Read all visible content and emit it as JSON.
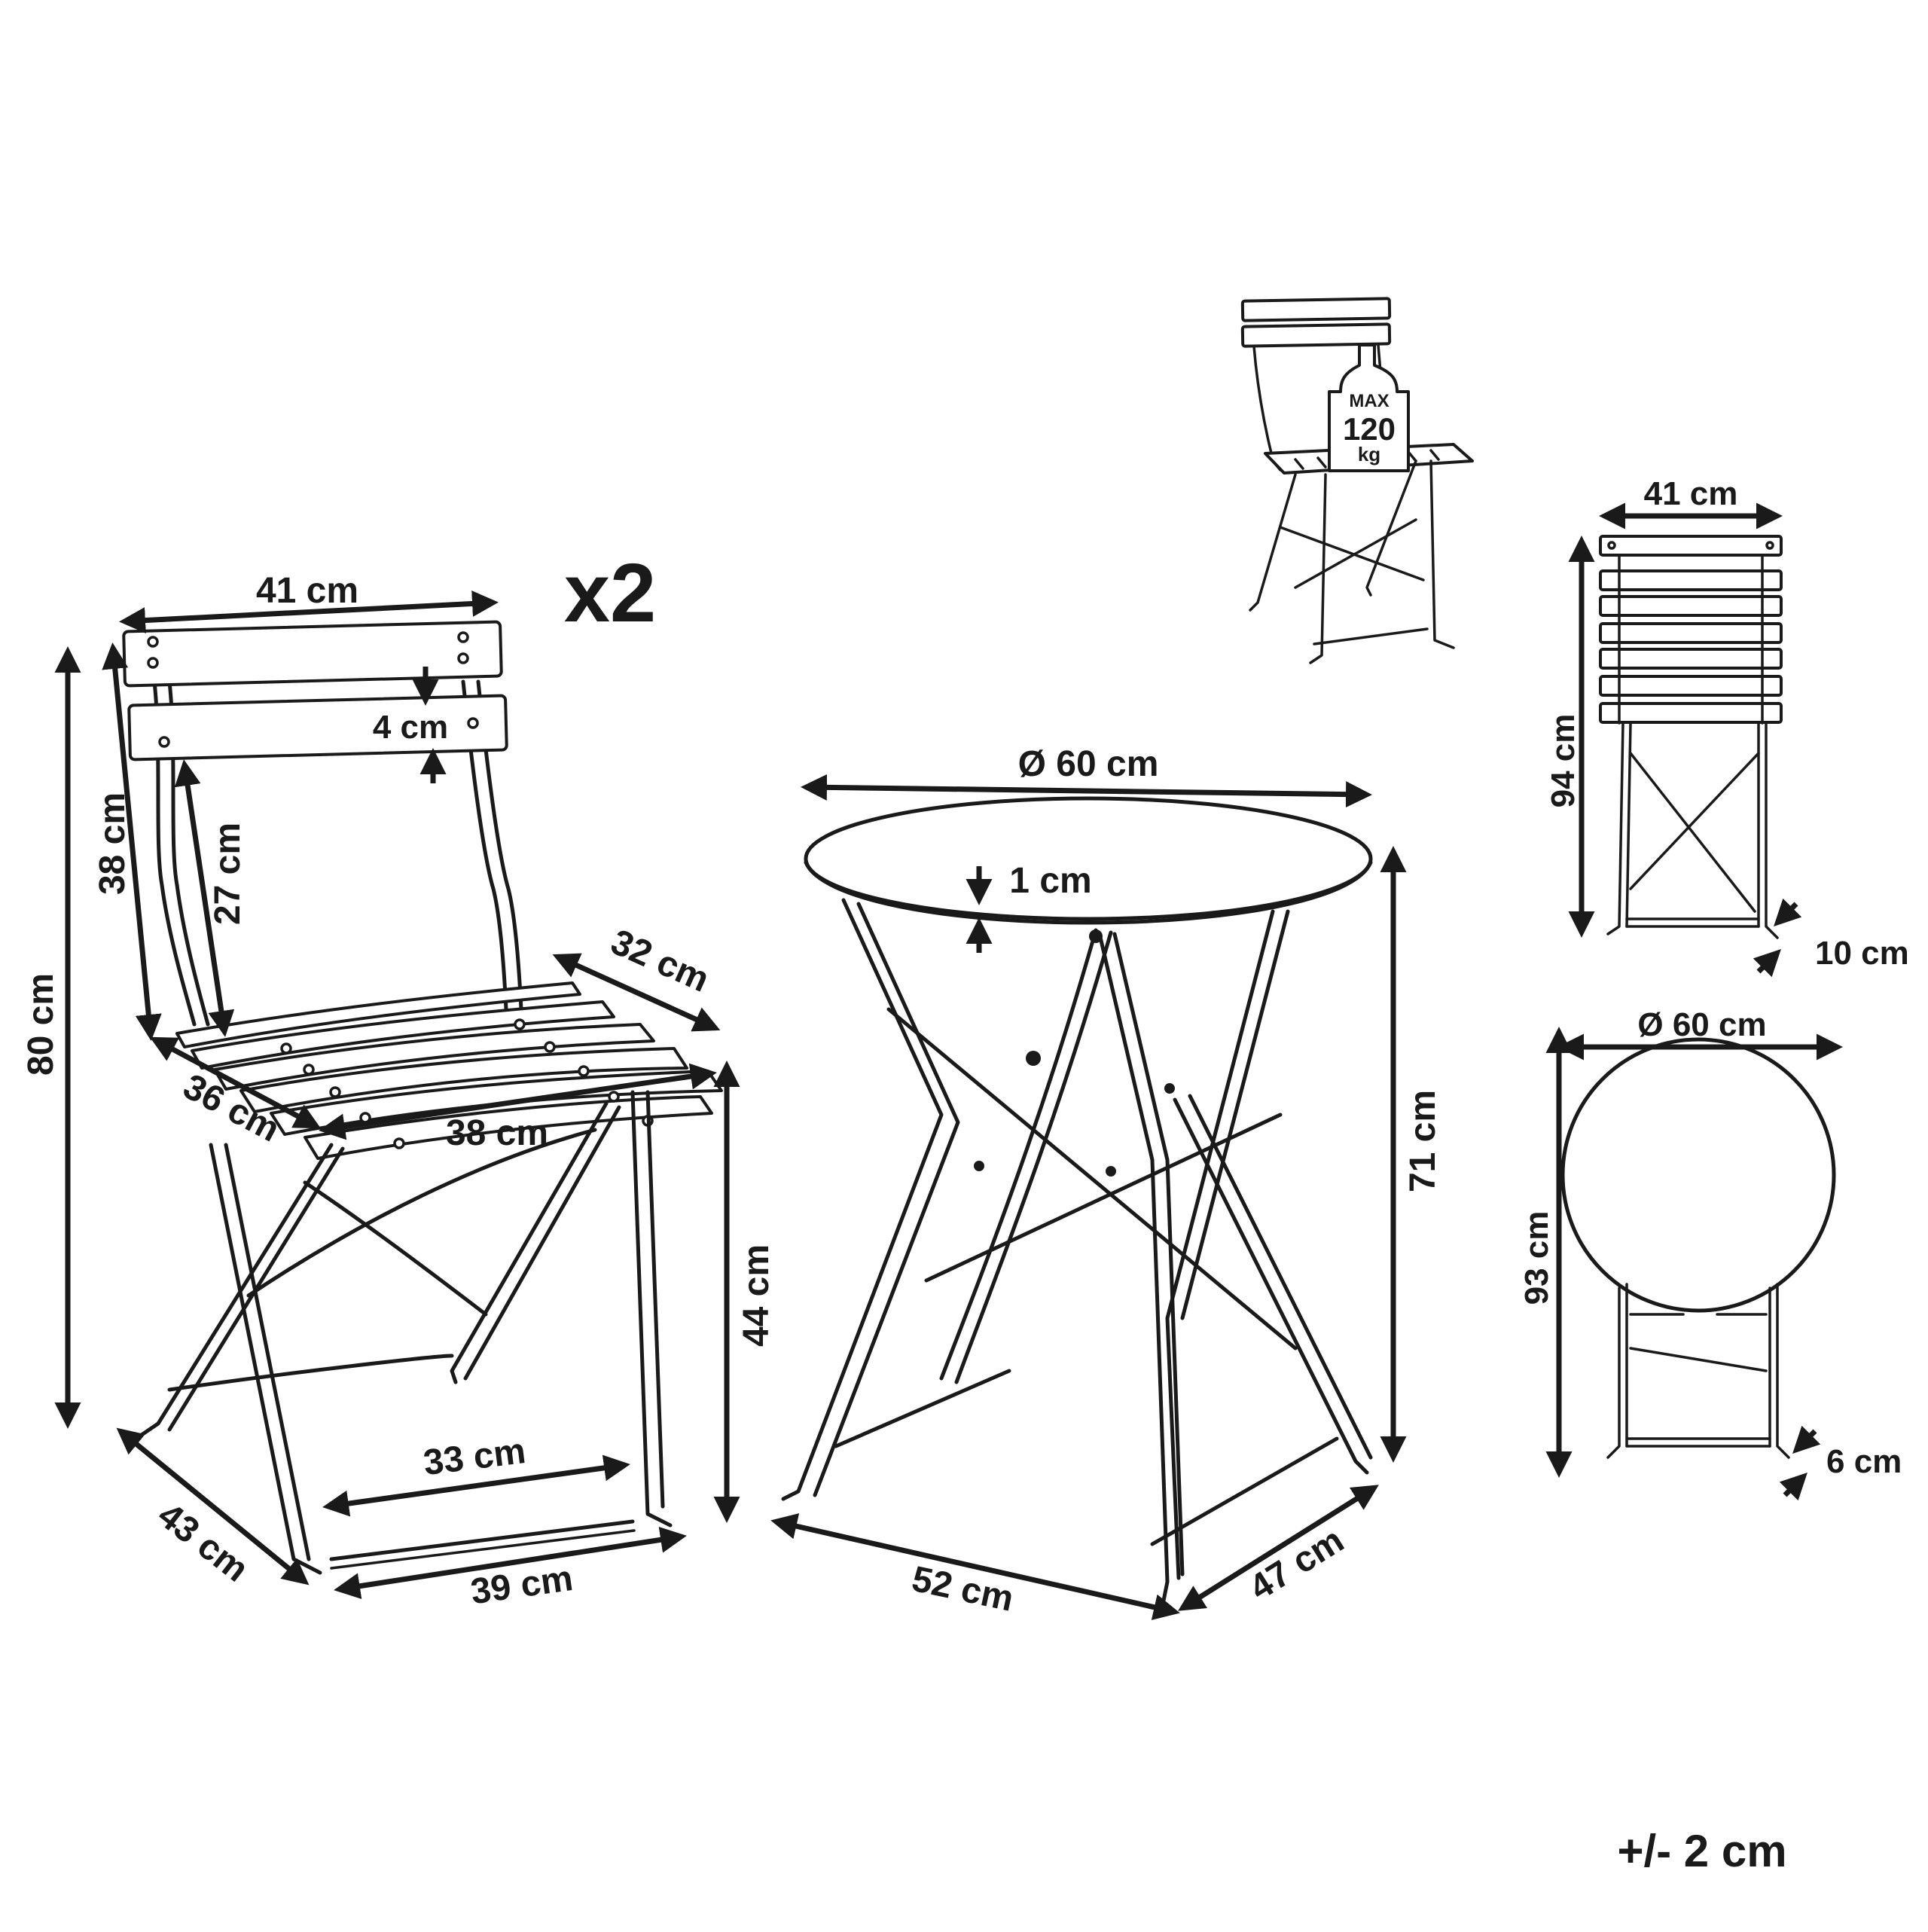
{
  "colors": {
    "line": "#1a1a1a",
    "background": "#ffffff"
  },
  "quantity_label": "x2",
  "tolerance_label": "+/- 2 cm",
  "weight_badge": {
    "line1": "MAX",
    "line2": "120",
    "line3": "kg"
  },
  "chair_dimensions": {
    "backrest_width": "41 cm",
    "slat_gap": "4 cm",
    "backrest_height": "38 cm",
    "backrest_inner": "27 cm",
    "total_height": "80 cm",
    "seat_depth": "32 cm",
    "seat_side": "36 cm",
    "seat_front": "38 cm",
    "seat_height": "44 cm",
    "footrest_width": "33 cm",
    "base_depth": "43 cm",
    "base_width": "39 cm"
  },
  "table_dimensions": {
    "top_diameter": "Ø 60 cm",
    "top_thickness": "1 cm",
    "height": "71 cm",
    "base_front": "52 cm",
    "base_side": "47 cm"
  },
  "folded_chair_dimensions": {
    "width": "41 cm",
    "height": "94 cm",
    "depth": "10 cm"
  },
  "folded_table_dimensions": {
    "diameter": "Ø 60 cm",
    "height": "93 cm",
    "depth": "6 cm"
  }
}
